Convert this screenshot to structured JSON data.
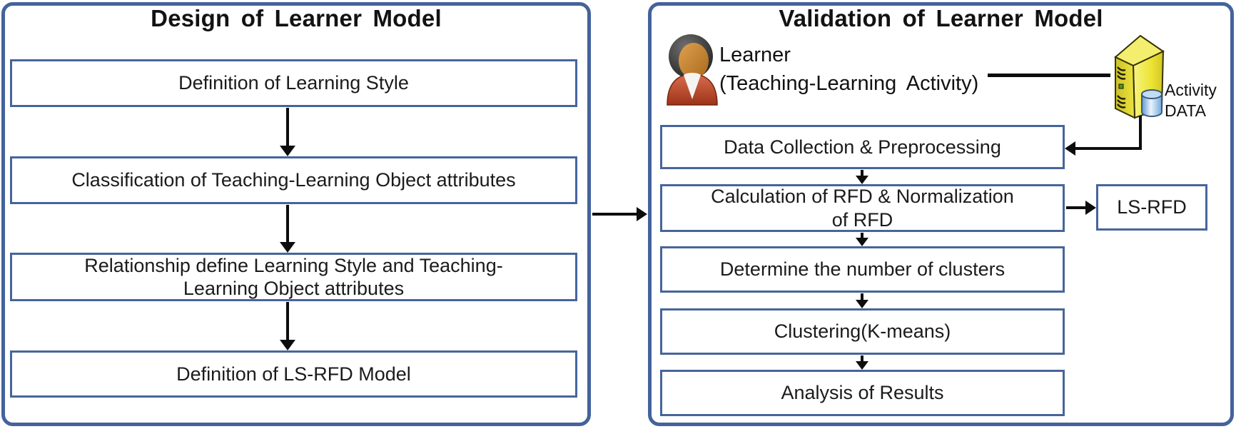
{
  "left_panel": {
    "title": "Design of Learner Model",
    "boxes": [
      {
        "lines": [
          "Definition of Learning Style"
        ]
      },
      {
        "lines": [
          "Classification of Teaching-Learning Object attributes"
        ]
      },
      {
        "lines": [
          "Relationship define Learning Style and Teaching-",
          "Learning Object attributes"
        ]
      },
      {
        "lines": [
          "Definition of LS-RFD Model"
        ]
      }
    ]
  },
  "right_panel": {
    "title": "Validation of Learner Model",
    "learner_label": "Learner",
    "learner_sublabel": "(Teaching-Learning Activity)",
    "data_store": {
      "line1": "Activity",
      "line2": "DATA"
    },
    "boxes": [
      {
        "lines": [
          "Data Collection & Preprocessing"
        ]
      },
      {
        "lines": [
          "Calculation of RFD & Normalization",
          "of RFD"
        ]
      },
      {
        "lines": [
          "Determine the number of clusters"
        ]
      },
      {
        "lines": [
          "Clustering(K-means)"
        ]
      },
      {
        "lines": [
          "Analysis of Results"
        ]
      }
    ],
    "result_box": "LS-RFD"
  },
  "icons": {
    "learner": "person-avatar-icon",
    "data_store": "server-database-icon"
  },
  "colors": {
    "panel_border": "#44639C",
    "box_border": "#46659B",
    "arrow": "#0D0D0D",
    "text": "#161616",
    "server_yellow": "#E8DE3C",
    "database_blue": "#8FB8E2",
    "person_jacket_red": "#C14F33",
    "person_face_orange": "#C78433"
  }
}
